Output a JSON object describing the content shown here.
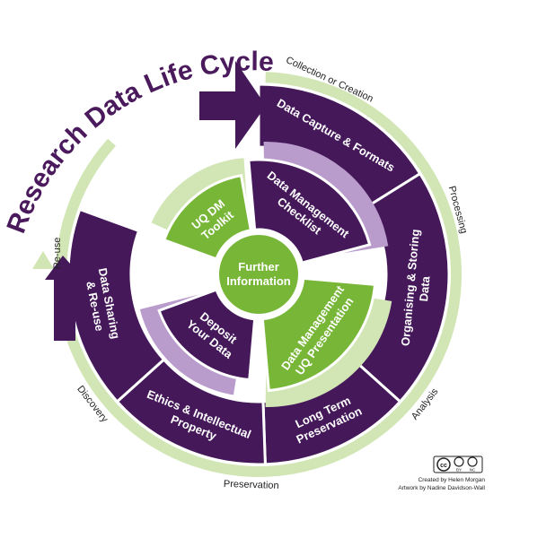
{
  "title": "Research Data Life Cycle",
  "colors": {
    "purple": "#45185a",
    "purple_light": "#b99ccc",
    "green": "#78b637",
    "green_light": "#d2e6b5",
    "white": "#ffffff"
  },
  "outer_ring_labels": [
    "Collection or Creation",
    "Processing",
    "Analysis",
    "Preservation",
    "Discovery",
    "Re-use"
  ],
  "ring_segments": [
    {
      "line1": "Data Capture & Formats",
      "line2": ""
    },
    {
      "line1": "Organising & Storing",
      "line2": "Data"
    },
    {
      "line1": "Long Term",
      "line2": "Preservation"
    },
    {
      "line1": "Ethics & Intellectual",
      "line2": "Property"
    },
    {
      "line1": "Data Sharing",
      "line2": "& Re-use"
    }
  ],
  "inner_segments": [
    {
      "line1": "Data Management",
      "line2": "Checklist"
    },
    {
      "line1": "Data Management",
      "line2": "UQ Presentation"
    },
    {
      "line1": "Deposit",
      "line2": "Your Data"
    },
    {
      "line1": "UQ DM",
      "line2": "Toolkit"
    }
  ],
  "hub": {
    "line1": "Further",
    "line2": "Information"
  },
  "license": {
    "cc": "cc",
    "by": "BY",
    "nc": "NC"
  },
  "credits": {
    "created": "Created by Helen Morgan",
    "artwork": "Artwork by Nadine Davidson-Wall"
  }
}
